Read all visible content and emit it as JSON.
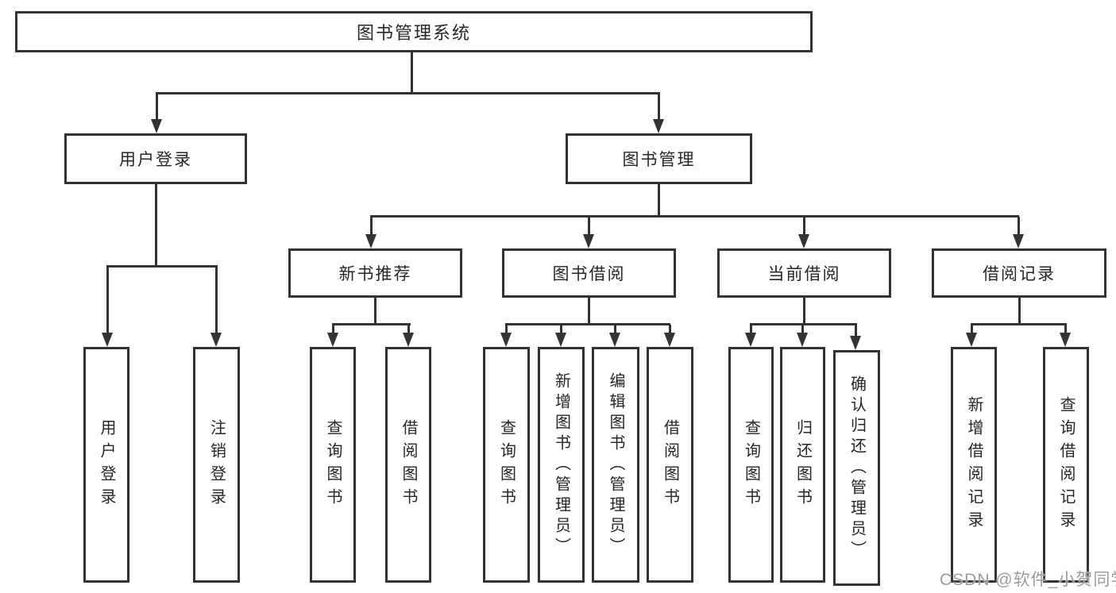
{
  "colors": {
    "line": "#333333",
    "text": "#262626",
    "watermark_gray": "#9b9b9b",
    "background": "#ffffff"
  },
  "watermark": "CSDN @软件_小贺同学",
  "tree": {
    "label": "图书管理系统",
    "children": [
      {
        "label": "用户登录",
        "children": [
          {
            "label": "用户登录"
          },
          {
            "label": "注销登录"
          }
        ]
      },
      {
        "label": "图书管理",
        "children": [
          {
            "label": "新书推荐",
            "children": [
              {
                "label": "查询图书"
              },
              {
                "label": "借阅图书"
              }
            ]
          },
          {
            "label": "图书借阅",
            "children": [
              {
                "label": "查询图书"
              },
              {
                "label": "新增图书（管理员）"
              },
              {
                "label": "编辑图书（管理员）"
              },
              {
                "label": "借阅图书"
              }
            ]
          },
          {
            "label": "当前借阅",
            "children": [
              {
                "label": "查询图书"
              },
              {
                "label": "归还图书"
              },
              {
                "label": "确认归还（管理员）"
              }
            ]
          },
          {
            "label": "借阅记录",
            "children": [
              {
                "label": "新增借阅记录"
              },
              {
                "label": "查询借阅记录"
              }
            ]
          }
        ]
      }
    ]
  }
}
